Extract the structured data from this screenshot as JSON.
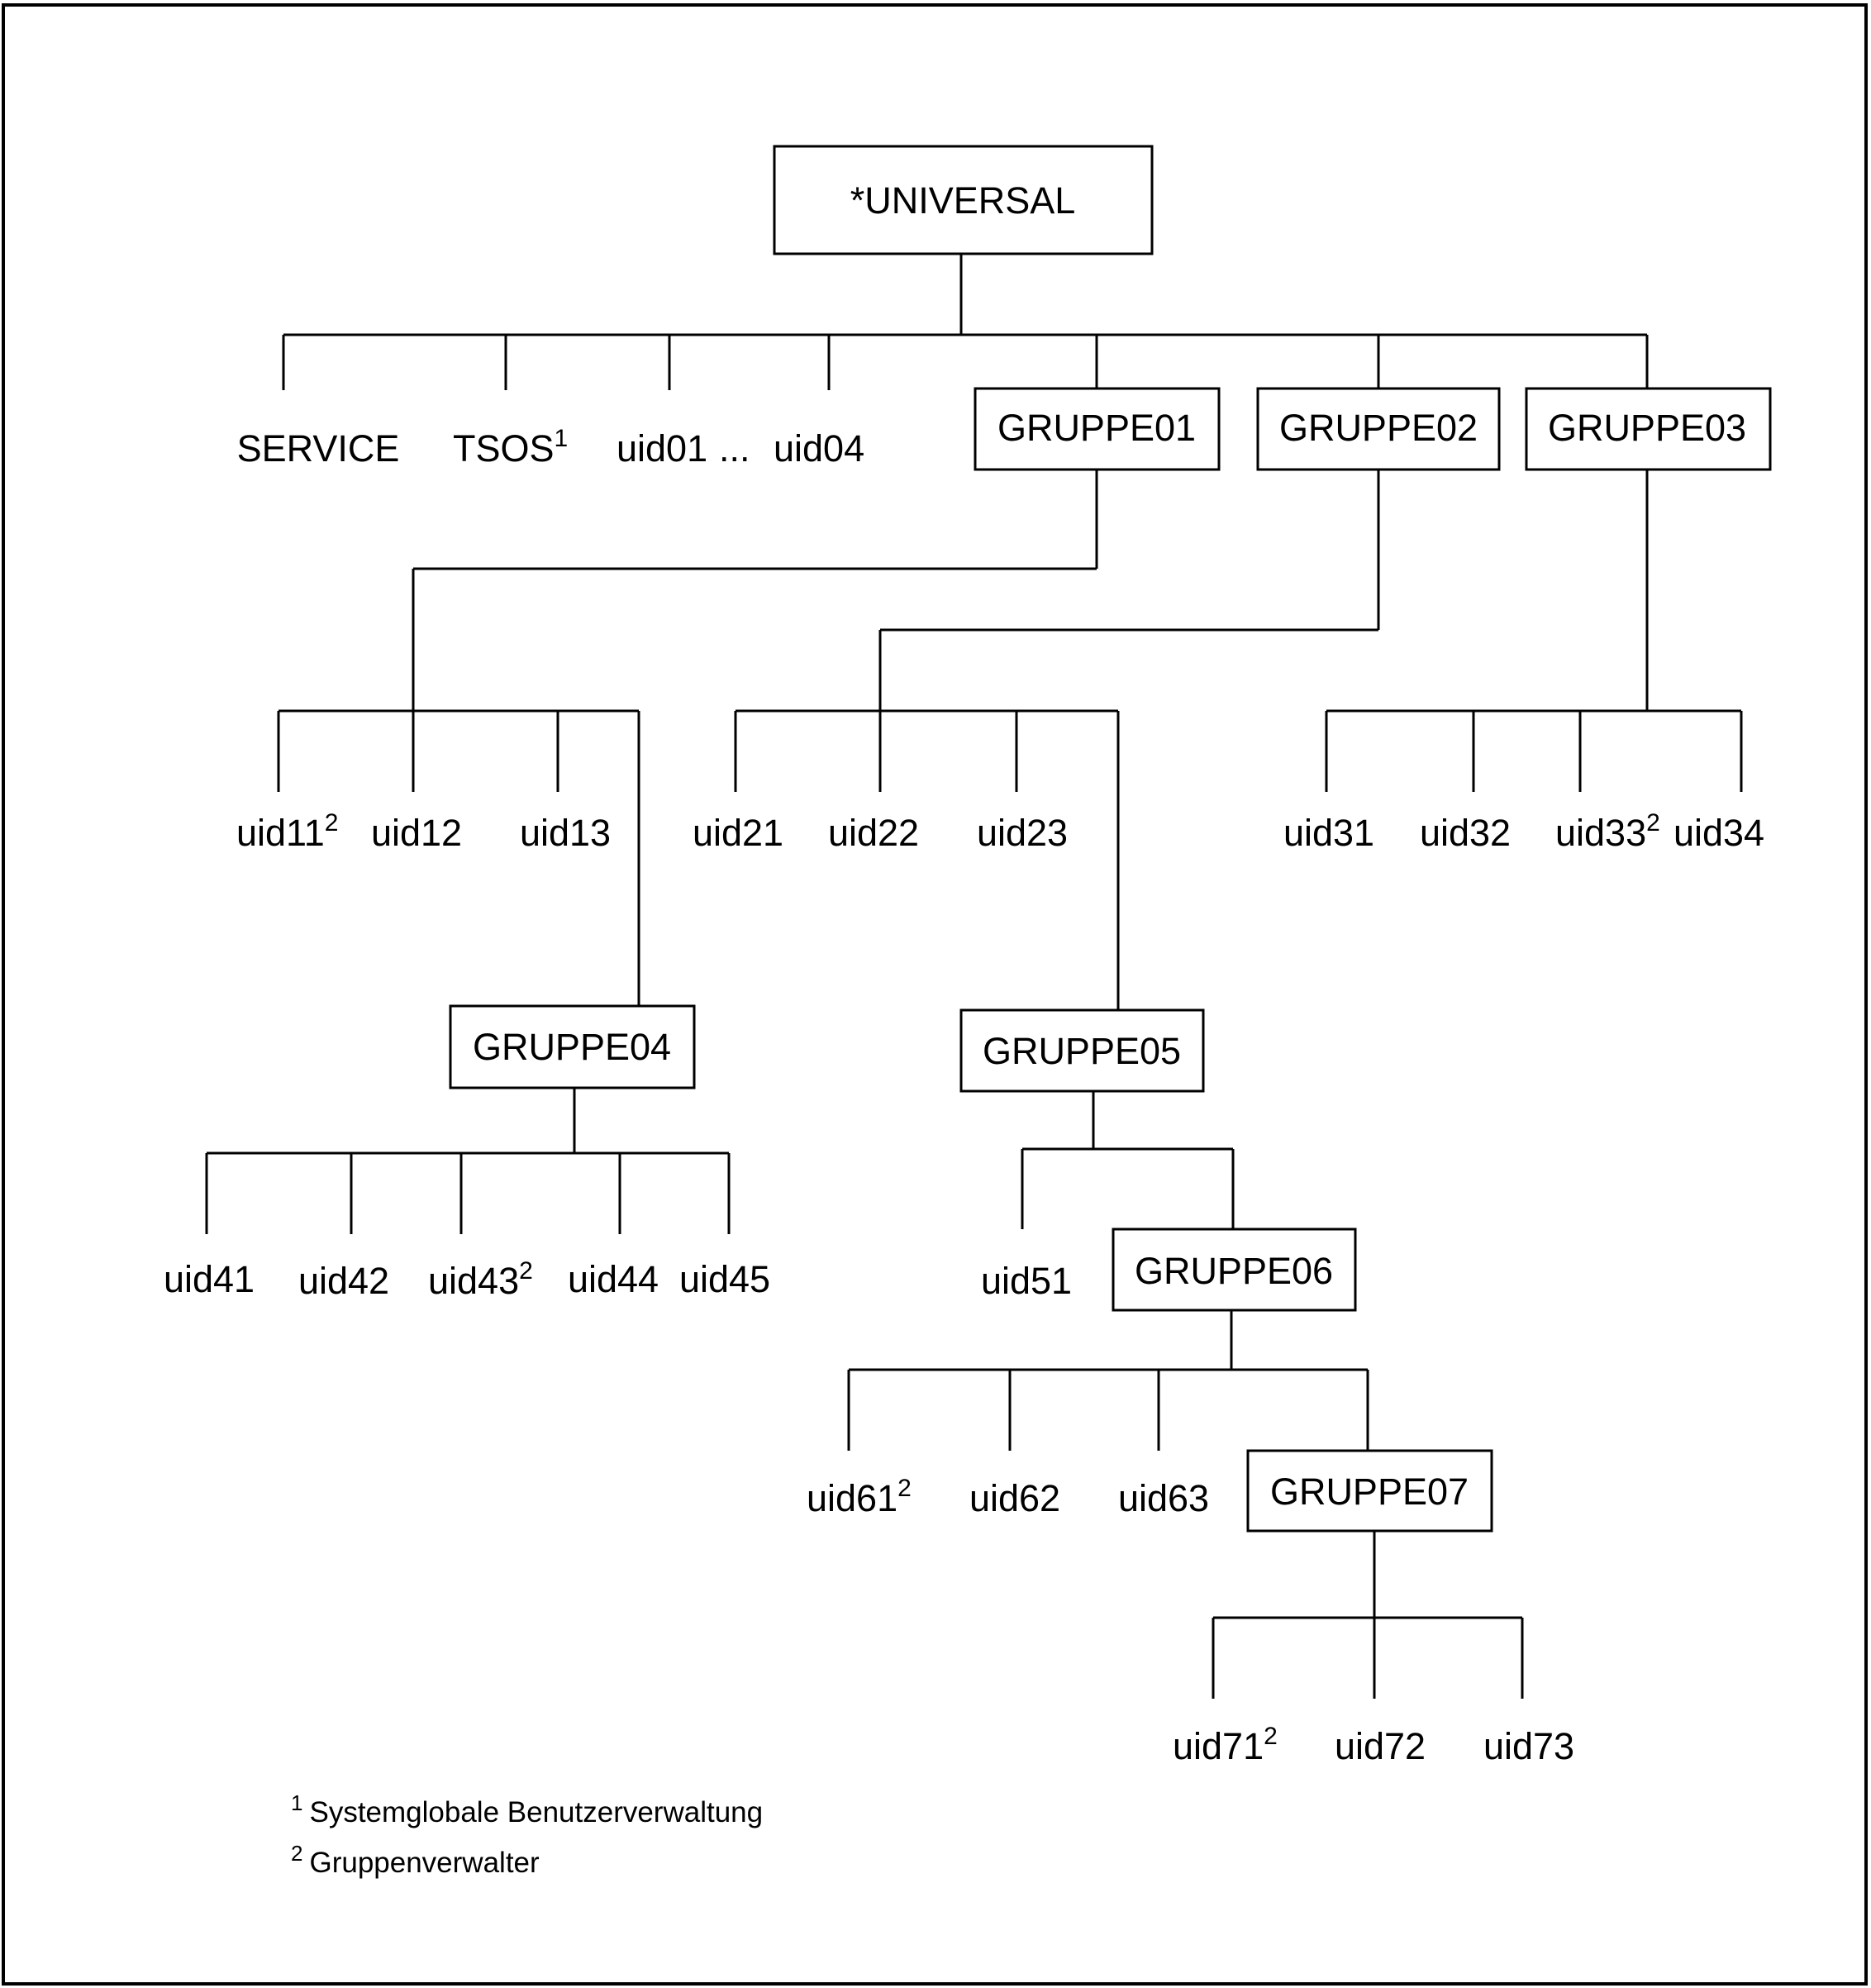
{
  "root": "*UNIVERSAL",
  "groups": {
    "g01": "GRUPPE01",
    "g02": "GRUPPE02",
    "g03": "GRUPPE03",
    "g04": "GRUPPE04",
    "g05": "GRUPPE05",
    "g06": "GRUPPE06",
    "g07": "GRUPPE07"
  },
  "top_users": {
    "service": "SERVICE",
    "tsos": "TSOS",
    "range_start": "uid01",
    "ellipsis": "...",
    "range_end": "uid04"
  },
  "users": {
    "uid11": "uid11",
    "uid12": "uid12",
    "uid13": "uid13",
    "uid21": "uid21",
    "uid22": "uid22",
    "uid23": "uid23",
    "uid31": "uid31",
    "uid32": "uid32",
    "uid33": "uid33",
    "uid34": "uid34",
    "uid41": "uid41",
    "uid42": "uid42",
    "uid43": "uid43",
    "uid44": "uid44",
    "uid45": "uid45",
    "uid51": "uid51",
    "uid61": "uid61",
    "uid62": "uid62",
    "uid63": "uid63",
    "uid71": "uid71",
    "uid72": "uid72",
    "uid73": "uid73"
  },
  "marks": {
    "one": "1",
    "two": "2"
  },
  "footnotes": {
    "f1_mark": "1",
    "f1_text": "Systemglobale Benutzerverwaltung",
    "f2_mark": "2",
    "f2_text": "Gruppenverwalter"
  }
}
